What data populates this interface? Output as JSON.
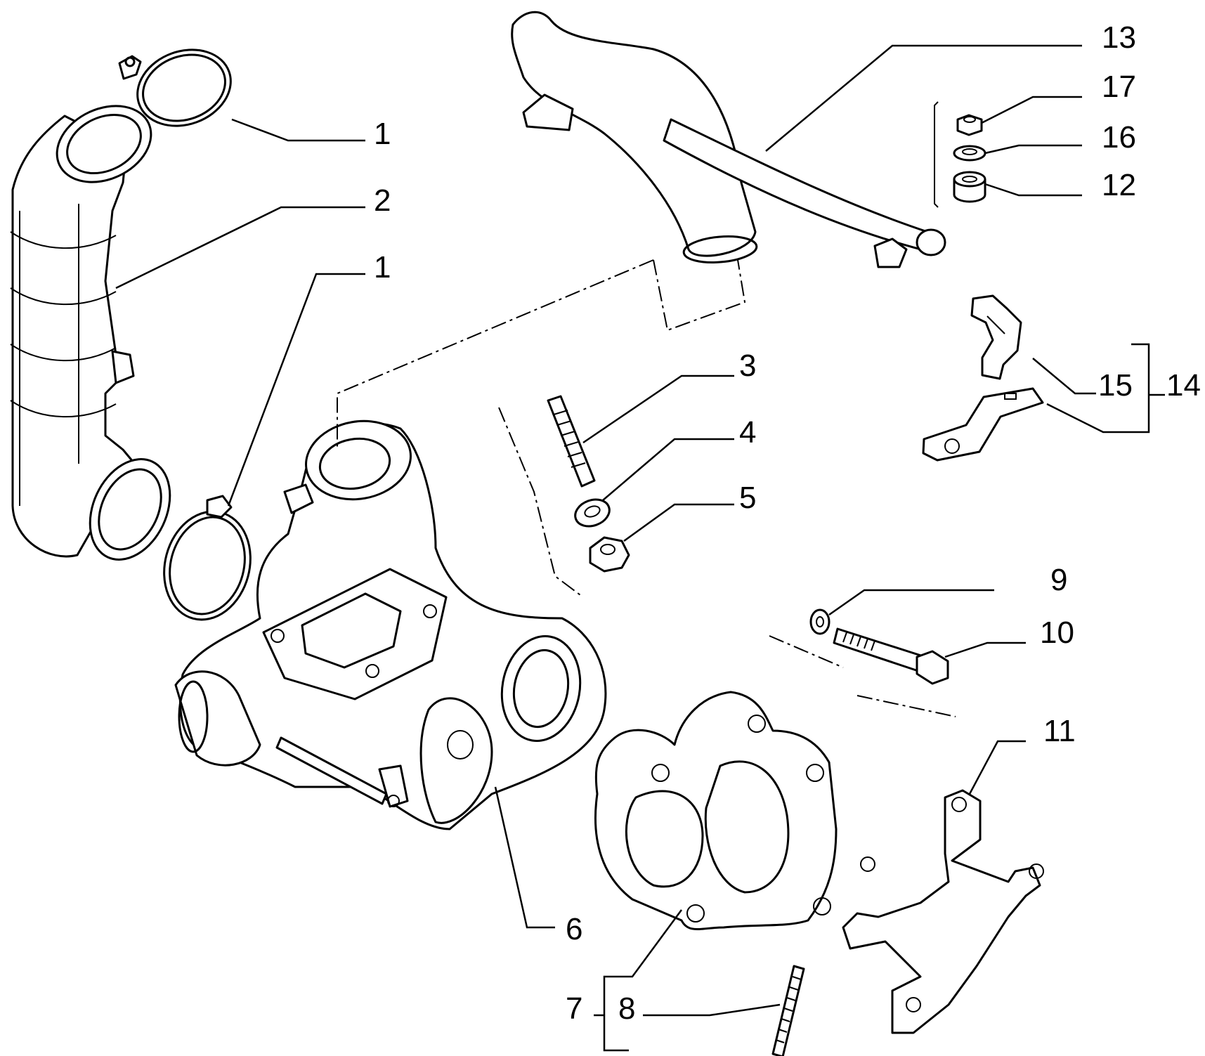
{
  "callouts": {
    "c1a": "1",
    "c2": "2",
    "c1b": "1",
    "c3": "3",
    "c4": "4",
    "c5": "5",
    "c6": "6",
    "c7": "7",
    "c8": "8",
    "c9": "9",
    "c10": "10",
    "c11": "11",
    "c12": "12",
    "c13": "13",
    "c14": "14",
    "c15": "15",
    "c16": "16",
    "c17": "17"
  }
}
